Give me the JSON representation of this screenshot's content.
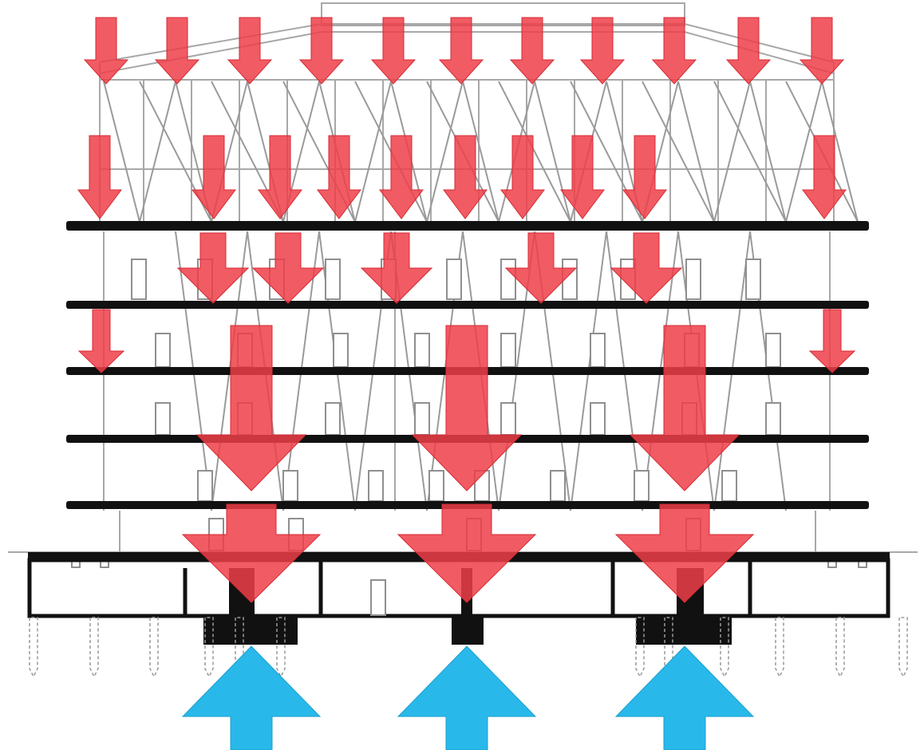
{
  "figure": {
    "type": "structural load path diagram (building section)",
    "colors": {
      "load_arrow": "#ee3e48",
      "reaction_arrow": "#29b8ea",
      "structure": "#111111",
      "frame_lines": "#a8a8a8"
    },
    "icons": [
      "load-arrow-icon",
      "reaction-arrow-icon"
    ],
    "arrow_counts": {
      "roof_loads": 11,
      "upper_floor_loads": 10,
      "third_level_loads": 5,
      "perimeter_side_loads": 2,
      "collected_column_loads": 3,
      "foundation_loads": 3,
      "ground_reactions": 3
    }
  }
}
